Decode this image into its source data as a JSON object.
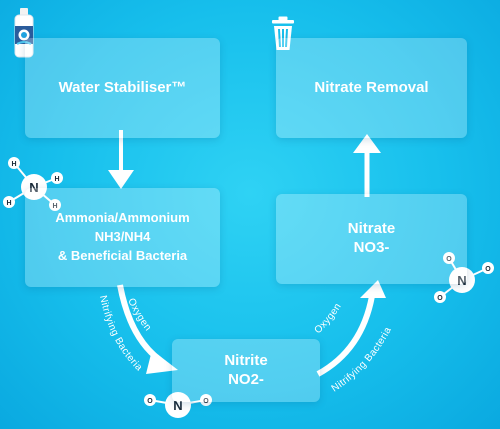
{
  "boxes": {
    "water_stabiliser": "Water Stabiliser™",
    "nitrate_removal": "Nitrate Removal",
    "ammonia": {
      "line1": "Ammonia/Ammonium",
      "line2": "NH3/NH4",
      "line3": "& Beneficial Bacteria"
    },
    "nitrate": {
      "line1": "Nitrate",
      "line2": "NO3-"
    },
    "nitrite": {
      "line1": "Nitrite",
      "line2": "NO2-"
    }
  },
  "curve_labels": {
    "left_inner": "Oxygen",
    "left_outer": "Nitrifying Bacteria",
    "right_inner": "Oxygen",
    "right_outer": "Nitrifying Bacteria"
  },
  "molecules": {
    "ammonia": {
      "center": "N",
      "satellite": "H"
    },
    "nitrite": {
      "center": "N",
      "satellite": "O"
    },
    "nitrate": {
      "center": "N",
      "satellite": "O"
    }
  },
  "icons": {
    "top_left": "bottle-icon",
    "top_right": "trash-icon"
  },
  "colors": {
    "background": "#17bfec",
    "box_fill": "rgba(255,255,255,0.26)",
    "text": "#ffffff",
    "molecule_center": "#1b2a38"
  }
}
